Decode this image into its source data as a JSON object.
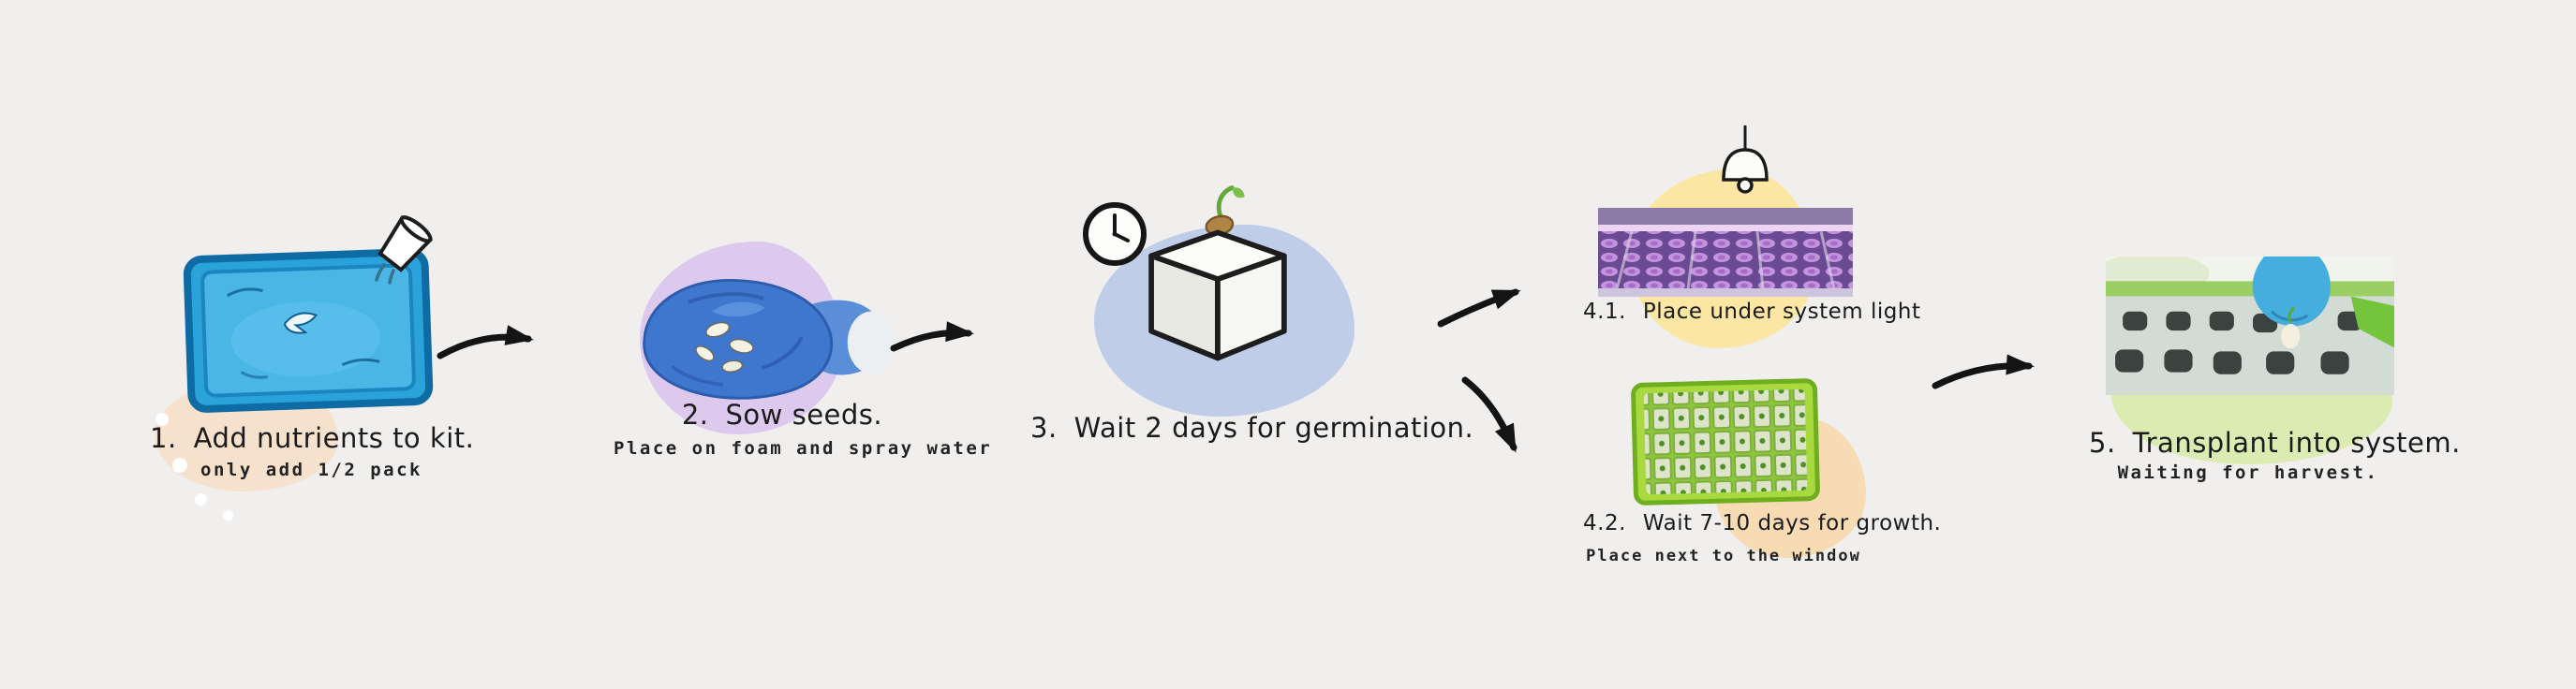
{
  "page": {
    "background": "#f0efed"
  },
  "colors": {
    "background": "#f0efed",
    "arrow": "#141414",
    "text": "#1b1b1b",
    "blob_peach": "#f6e2cc",
    "blob_purple": "#ddc9ee",
    "blob_blue": "#bfcde9",
    "blob_yellow": "#fbe7a3",
    "blob_orange": "#f7dbb2",
    "blob_green": "#daecb2",
    "tray_blue": "#2aa2da",
    "glove_blue": "#3f77cf",
    "growlight_purple": "#6a4a92",
    "tray_green": "#8cc63e"
  },
  "icons": {
    "pouring-cup-icon": "cup pouring nutrients into kit",
    "clock-icon": "analog clock",
    "lamp-icon": "hanging grow lamp",
    "arrow-icon": "hand-drawn flow arrow"
  },
  "flow": {
    "connections": [
      {
        "from": "1",
        "to": "2"
      },
      {
        "from": "2",
        "to": "3"
      },
      {
        "from": "3",
        "to": "4.1"
      },
      {
        "from": "3",
        "to": "4.2"
      },
      {
        "from": "4",
        "to": "5"
      }
    ]
  },
  "steps": [
    {
      "number": "1.",
      "title": "Add nutrients to kit.",
      "subtitle": "only add 1/2 pack",
      "graphic": "blue-nutrient-tray"
    },
    {
      "number": "2.",
      "title": "Sow seeds.",
      "subtitle": "Place on foam and spray water",
      "graphic": "gloved-hand-with-seeds"
    },
    {
      "number": "3.",
      "title": "Wait 2 days for germination.",
      "graphic": "foam-cube-with-germinating-seed"
    },
    {
      "number": "4.1.",
      "title": "Place under system light",
      "graphic": "trays-under-purple-grow-light"
    },
    {
      "number": "4.2.",
      "title": "Wait 7-10 days for growth.",
      "subtitle": "Place next to the window",
      "graphic": "green-seedling-tray"
    },
    {
      "number": "5.",
      "title": "Transplant into system.",
      "subtitle": "Waiting for harvest.",
      "graphic": "hand-transplanting-into-system"
    }
  ]
}
